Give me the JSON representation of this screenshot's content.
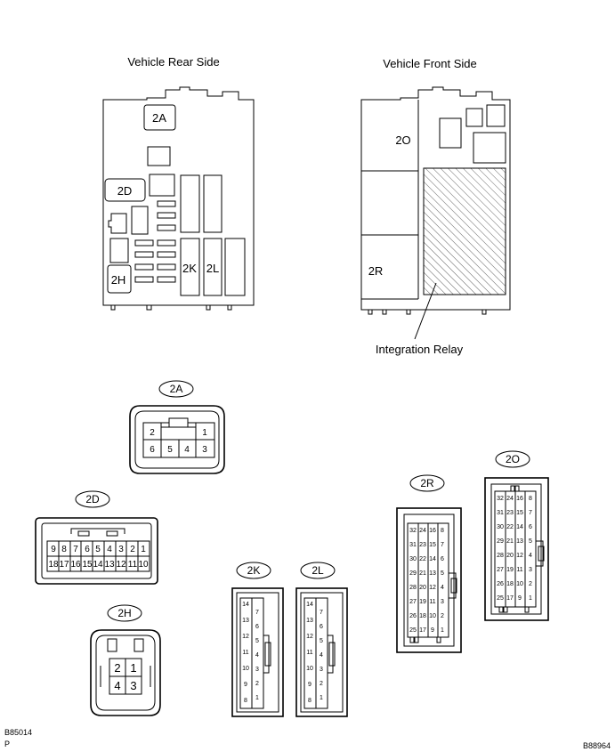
{
  "labels": {
    "rear": "Vehicle Rear Side",
    "front": "Vehicle Front Side",
    "integration_relay": "Integration Relay",
    "doc_code": "B85014",
    "doc_letter": "P",
    "fig_code": "B88964"
  },
  "block_labels": {
    "rear": [
      "2A",
      "2D",
      "2H",
      "2K",
      "2L"
    ],
    "front": [
      "2O",
      "2R"
    ]
  },
  "connectors": [
    {
      "id": "2A",
      "rows": [
        [
          "2",
          "",
          "1"
        ],
        [
          "6",
          "5",
          "4",
          "3"
        ]
      ]
    },
    {
      "id": "2D",
      "rows": [
        [
          "9",
          "8",
          "7",
          "6",
          "5",
          "4",
          "3",
          "2",
          "1"
        ],
        [
          "18",
          "17",
          "16",
          "15",
          "14",
          "13",
          "12",
          "11",
          "10"
        ]
      ]
    },
    {
      "id": "2H",
      "rows": [
        [
          "2",
          "1"
        ],
        [
          "4",
          "3"
        ]
      ]
    },
    {
      "id": "2K",
      "left": [
        "14",
        "13",
        "12",
        "11",
        "10",
        "9",
        "8"
      ],
      "right": [
        "7",
        "6",
        "5",
        "4",
        "3",
        "2",
        "1"
      ]
    },
    {
      "id": "2L",
      "left": [
        "14",
        "13",
        "12",
        "11",
        "10",
        "9",
        "8"
      ],
      "right": [
        "7",
        "6",
        "5",
        "4",
        "3",
        "2",
        "1"
      ]
    },
    {
      "id": "2R",
      "left": [
        "32",
        "24",
        "31",
        "23",
        "30",
        "22",
        "29",
        "21",
        "28",
        "20",
        "27",
        "19",
        "26",
        "18",
        "25",
        "17"
      ],
      "right": [
        "16",
        "8",
        "15",
        "7",
        "14",
        "6",
        "13",
        "5",
        "12",
        "4",
        "11",
        "3",
        "10",
        "2",
        "9",
        "1"
      ]
    },
    {
      "id": "2O",
      "left": [
        "32",
        "24",
        "31",
        "23",
        "30",
        "22",
        "29",
        "21",
        "28",
        "20",
        "27",
        "19",
        "26",
        "18",
        "25",
        "17"
      ],
      "right": [
        "16",
        "8",
        "15",
        "7",
        "14",
        "6",
        "13",
        "5",
        "12",
        "4",
        "11",
        "3",
        "10",
        "2",
        "9",
        "1"
      ]
    }
  ]
}
